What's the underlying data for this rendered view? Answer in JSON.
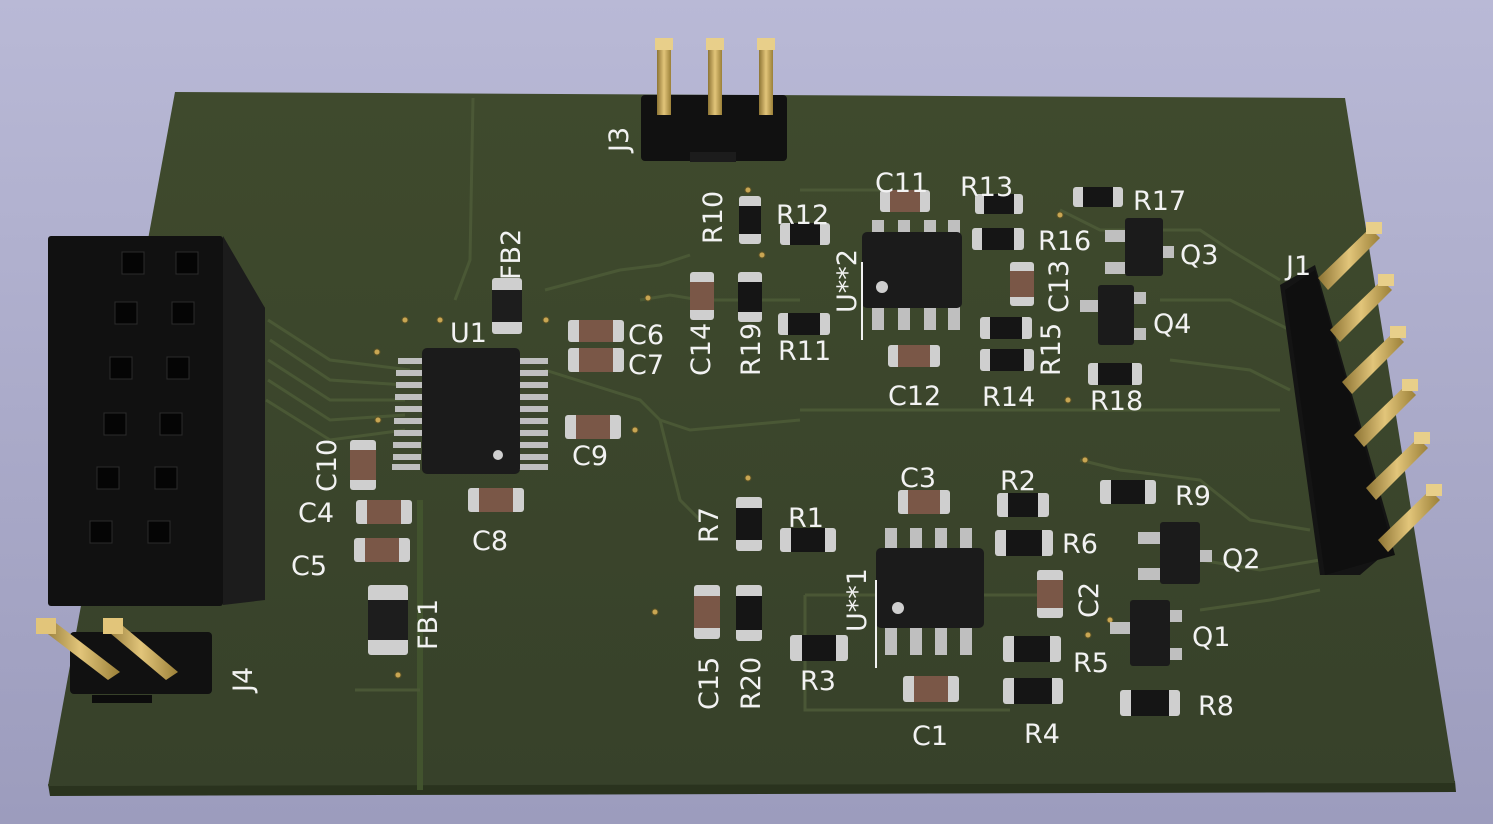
{
  "board": {
    "colors": {
      "background": "#aaaac8",
      "board_top": "#3d4a2c",
      "board_edge": "#27301c",
      "silkscreen": "#f2f2f2",
      "solder_mask_trace": "#4e5e38",
      "pad_gold": "#c9a653",
      "ic_body": "#1b1b1b",
      "resistor_body": "#151515",
      "capacitor_body": "#7a5747",
      "connector_black": "#0f0f0f",
      "pin_gold": "#c4a353"
    },
    "labels": {
      "j3": "J3",
      "j4": "J4",
      "j1": "J1",
      "u1": "U1",
      "u2": "U**2",
      "u3": "U**1",
      "fb1": "FB1",
      "fb2": "FB2",
      "c1": "C1",
      "c2": "C2",
      "c3": "C3",
      "c4": "C4",
      "c5": "C5",
      "c6": "C6",
      "c7": "C7",
      "c8": "C8",
      "c9": "C9",
      "c10": "C10",
      "c11": "C11",
      "c12": "C12",
      "c13": "C13",
      "c14": "C14",
      "c15": "C15",
      "r1": "R1",
      "r2": "R2",
      "r3": "R3",
      "r4": "R4",
      "r5": "R5",
      "r6": "R6",
      "r7": "R7",
      "r8": "R8",
      "r9": "R9",
      "r10": "R10",
      "r11": "R11",
      "r12": "R12",
      "r13": "R13",
      "r14": "R14",
      "r15": "R15",
      "r16": "R16",
      "r17": "R17",
      "r18": "R18",
      "r19": "R19",
      "r20": "R20",
      "q1": "Q1",
      "q2": "Q2",
      "q3": "Q3",
      "q4": "Q4"
    }
  }
}
